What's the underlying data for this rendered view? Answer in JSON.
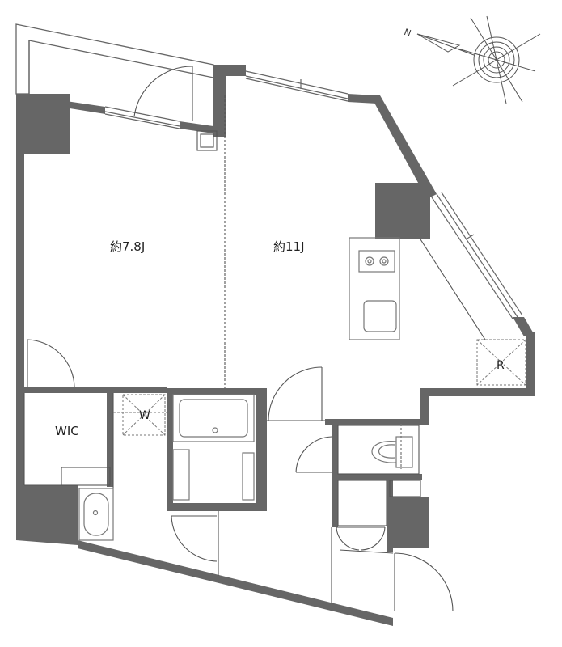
{
  "rooms": {
    "western_room": "約7.8J",
    "ldk": "約11J",
    "walk_in_closet": "WIC",
    "washer_space": "W",
    "refrigerator_space": "R"
  },
  "compass": {
    "north_mark": "N"
  },
  "colors": {
    "wall": "#666666",
    "line": "#555555",
    "fixture": "#8a8a8a"
  }
}
